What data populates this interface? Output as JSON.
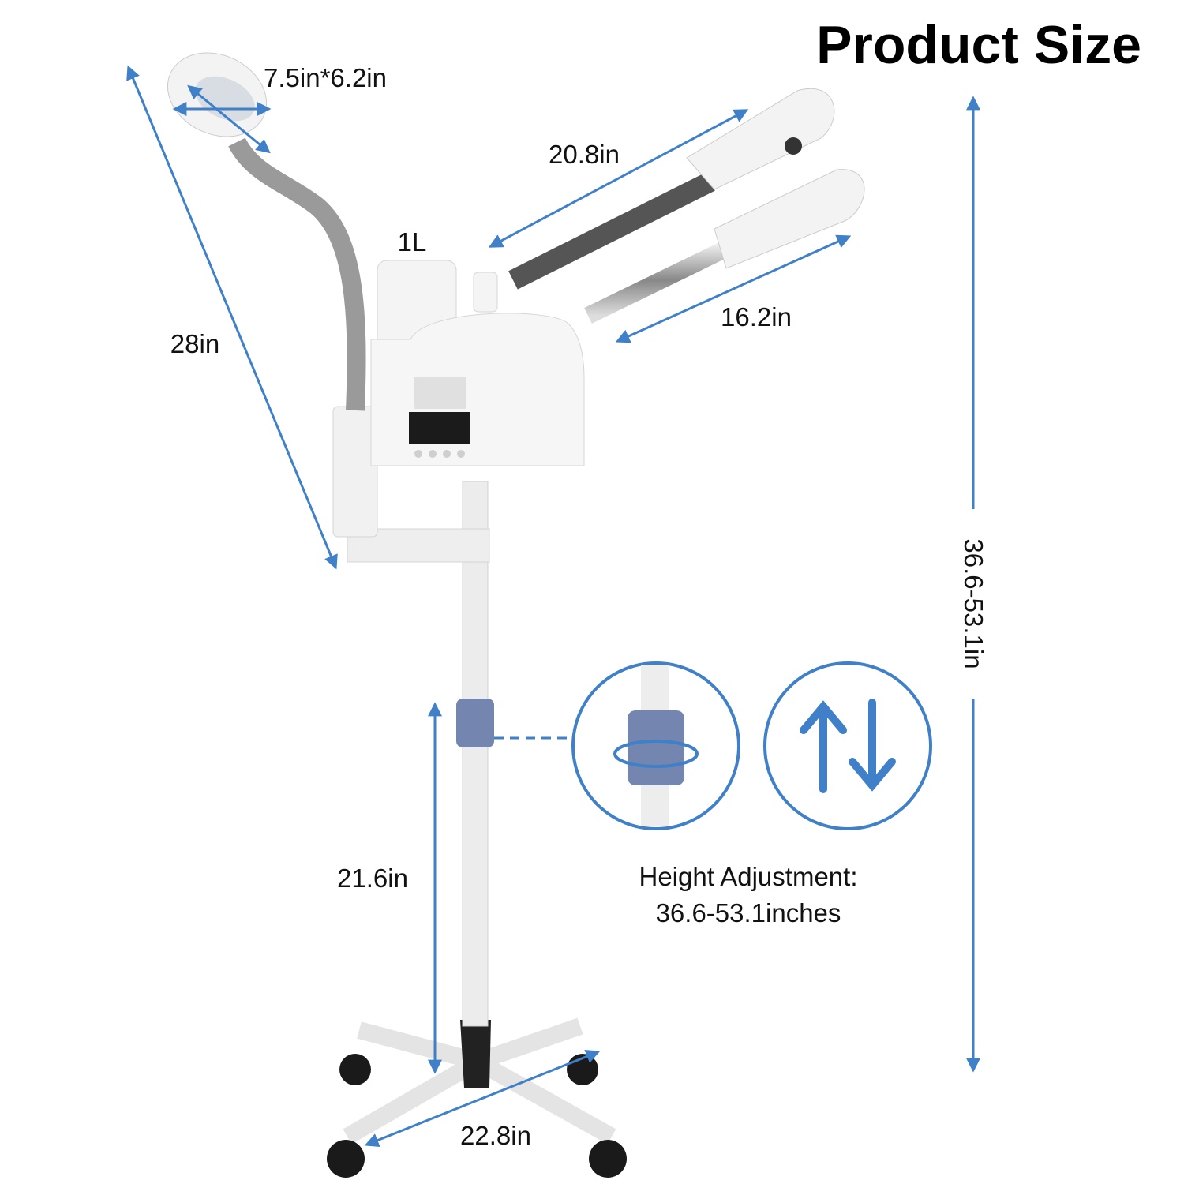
{
  "title": "Product Size",
  "dimensions": {
    "magnifier_lens": "7.5in*6.2in",
    "upper_arm": "20.8in",
    "tank_capacity": "1L",
    "lower_arm": "16.2in",
    "magnifier_arm": "28in",
    "total_height": "36.6-53.1in",
    "pole_height": "21.6in",
    "base_width": "22.8in"
  },
  "height_adjustment": {
    "label": "Height Adjustment:",
    "value": "36.6-53.1inches"
  },
  "colors": {
    "accent": "#3f80c8",
    "knob": "#7486b0"
  },
  "icons": [
    "knob-rotate-icon",
    "up-down-arrows-icon"
  ]
}
